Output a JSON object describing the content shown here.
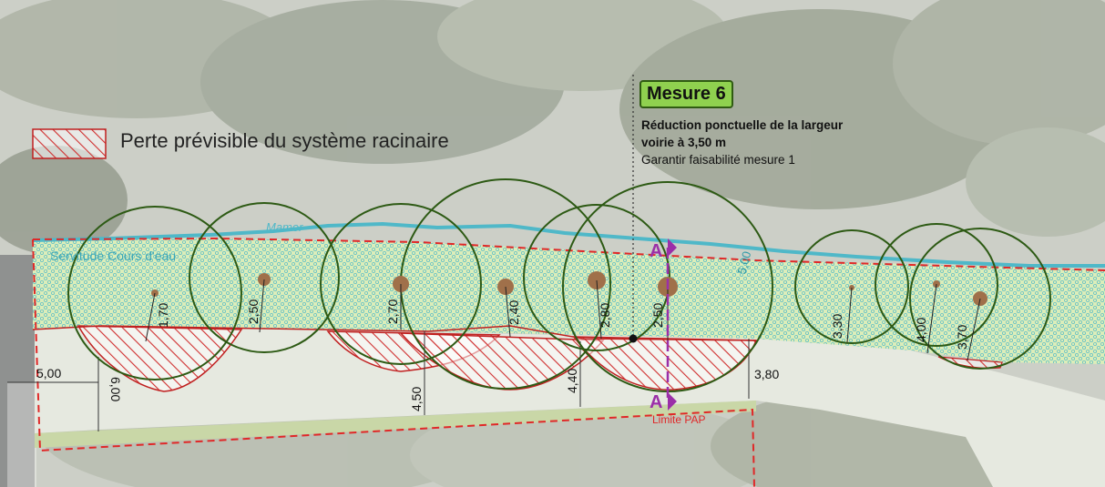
{
  "legend": {
    "label": "Perte prévisible du système racinaire"
  },
  "callout": {
    "badge": "Mesure 6",
    "line1": "Réduction ponctuelle de la largeur",
    "line2": "voirie à 3,50 m",
    "line3": "Garantir faisabilité mesure 1"
  },
  "watercourse": {
    "name": "Mamer",
    "easement_label": "Servitude Cours d'eau"
  },
  "boundary_label": "Limite PAP",
  "section": {
    "marker_top": "A",
    "marker_bottom": "A"
  },
  "root_loss_depths": [
    "1,70",
    "2,50",
    "2,70",
    "2,40",
    "2,80",
    "2,50",
    "3,30",
    "4,00",
    "3,70"
  ],
  "corridor_widths": [
    "5,00",
    "6,00",
    "4,50",
    "4,40",
    "3,80"
  ],
  "strip_width": "5,00",
  "colors": {
    "tree_crown": "#2d5a14",
    "tree_trunk": "#a0704a",
    "root_loss_hatch": "#d03030",
    "boundary": "#e02828",
    "water": "#4fb8c8",
    "section_line": "#9b2fa8",
    "callout_fill": "#8fd14f"
  }
}
